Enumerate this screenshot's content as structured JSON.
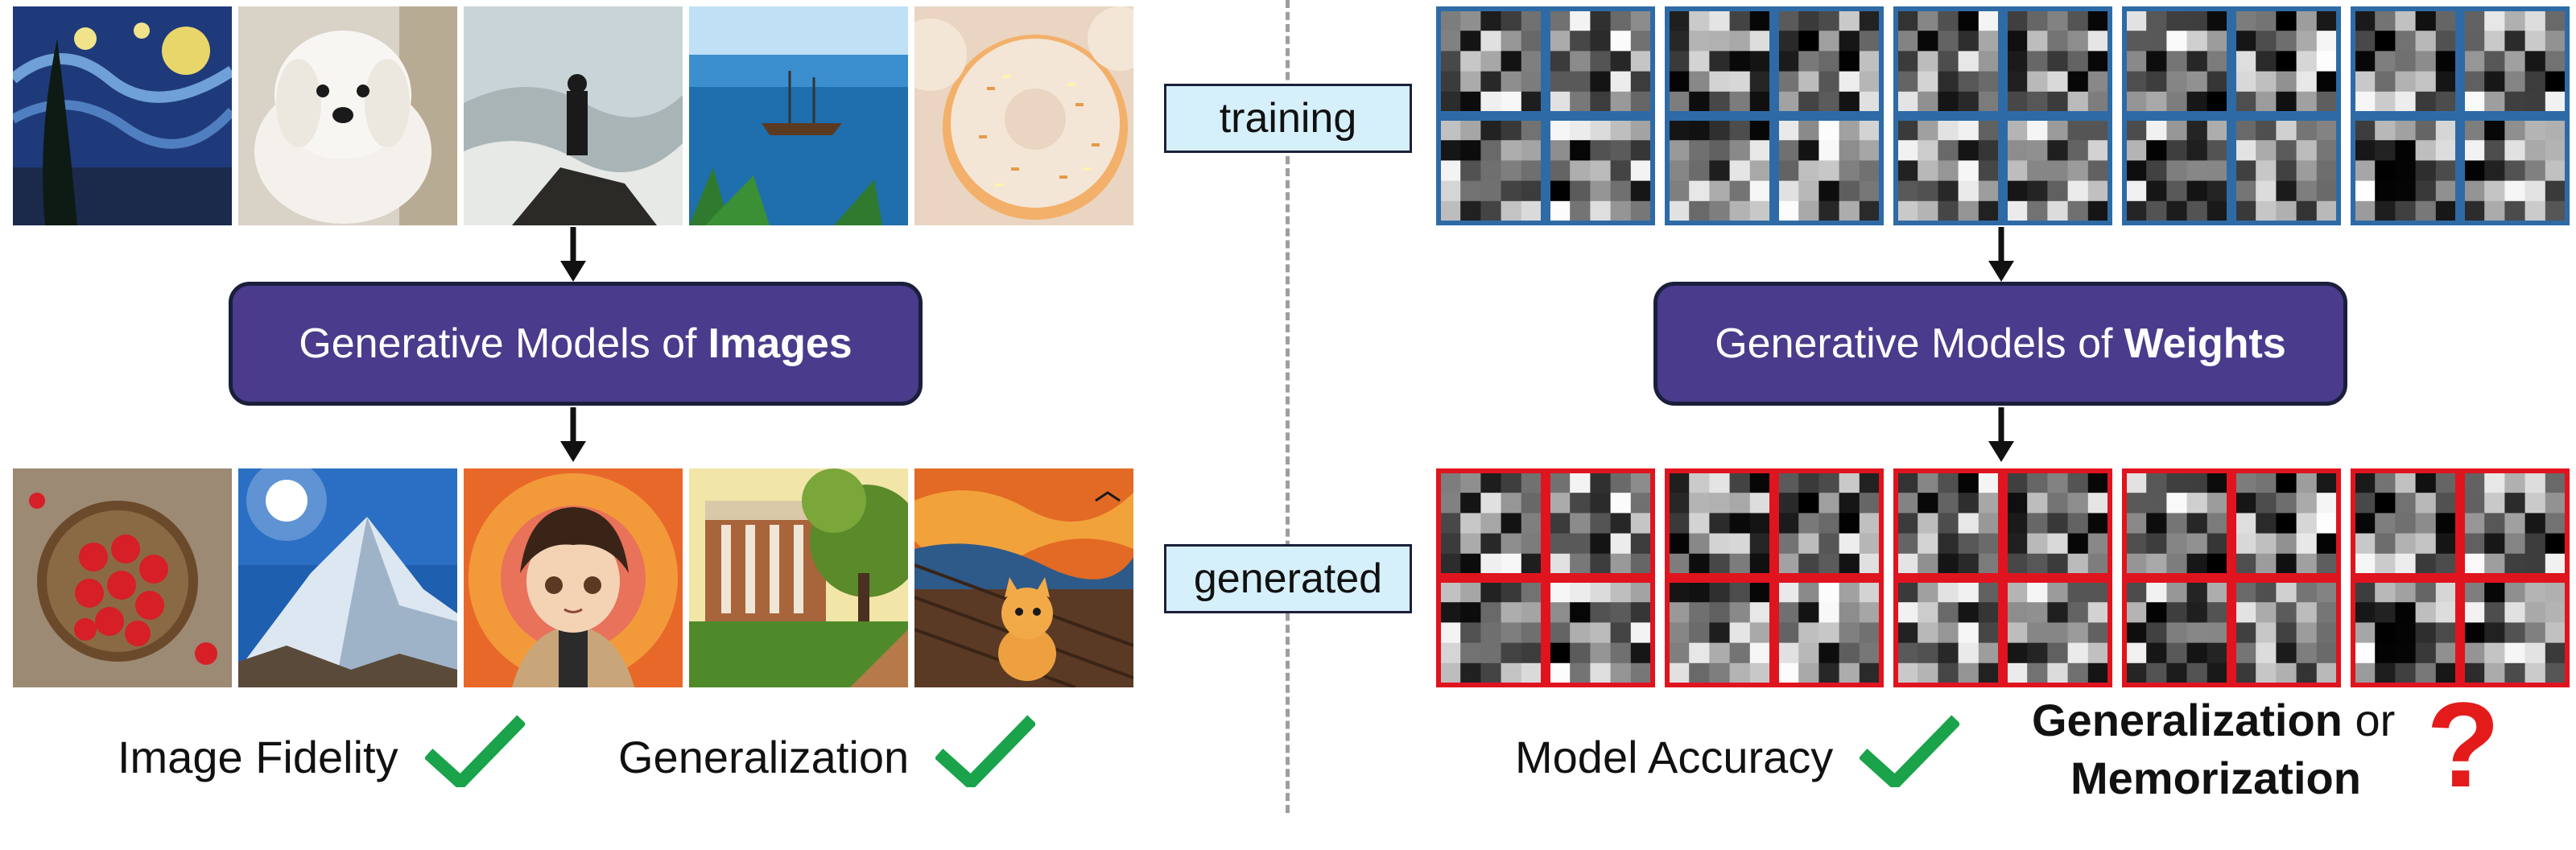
{
  "labels": {
    "training": "training",
    "generated": "generated"
  },
  "left": {
    "model_prefix": "Generative Models of",
    "model_bold": "Images",
    "caption_fidelity": "Image Fidelity",
    "caption_generalization": "Generalization",
    "training_images": [
      "starry-night-painting",
      "white-dog-photo",
      "wanderer-above-fog-painting",
      "sailboat-sea-photo",
      "sprinkled-donuts-photo"
    ],
    "generated_images": [
      "strawberry-bowl",
      "snowy-mountain",
      "anime-boy",
      "campus-building",
      "cat-scream-painting"
    ]
  },
  "right": {
    "model_prefix": "Generative Models of",
    "model_bold": "Weights",
    "caption_accuracy": "Model Accuracy",
    "caption_gen_bold": "Generalization",
    "caption_or": "or",
    "caption_mem_bold": "Memorization",
    "question_mark": "?"
  },
  "colors": {
    "box_fill": "#4a3b8c",
    "tag_fill": "#d6f0fb",
    "training_border": "#2e6ba6",
    "generated_border": "#e0141e",
    "check": "#1aa34a",
    "question": "#e41b1b"
  },
  "icons": [
    "check-icon",
    "question-icon",
    "arrow-down-icon"
  ]
}
